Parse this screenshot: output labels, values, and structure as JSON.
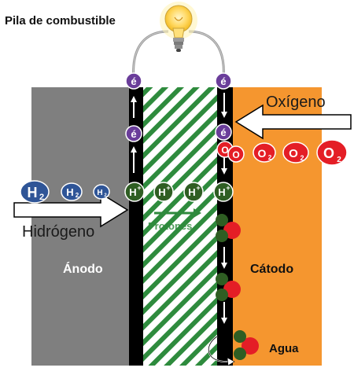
{
  "title": "Pila de combustible",
  "labels": {
    "oxygen": "Oxígeno",
    "hydrogen": "Hidrógeno",
    "anode": "Ánodo",
    "cathode": "Cátodo",
    "protons": "Protones",
    "water": "Agua"
  },
  "symbols": {
    "electron": "é",
    "proton": "H",
    "proton_charge": "+",
    "hydrogen": "H",
    "hydrogen_sub": "2",
    "oxygen_atom": "O",
    "oxygen_molecule": "O",
    "oxygen_sub": "2"
  },
  "colors": {
    "anode": "#7f7f7f",
    "cathode": "#f5962f",
    "membrane_stripe": "#2e8b3d",
    "electrode": "#000000",
    "electron": "#6a3d9a",
    "proton": "#2f5e23",
    "hydrogen": "#2f5597",
    "oxygen": "#e41e26",
    "wire": "#8c8c8c",
    "bulb": "#ffd75e"
  }
}
